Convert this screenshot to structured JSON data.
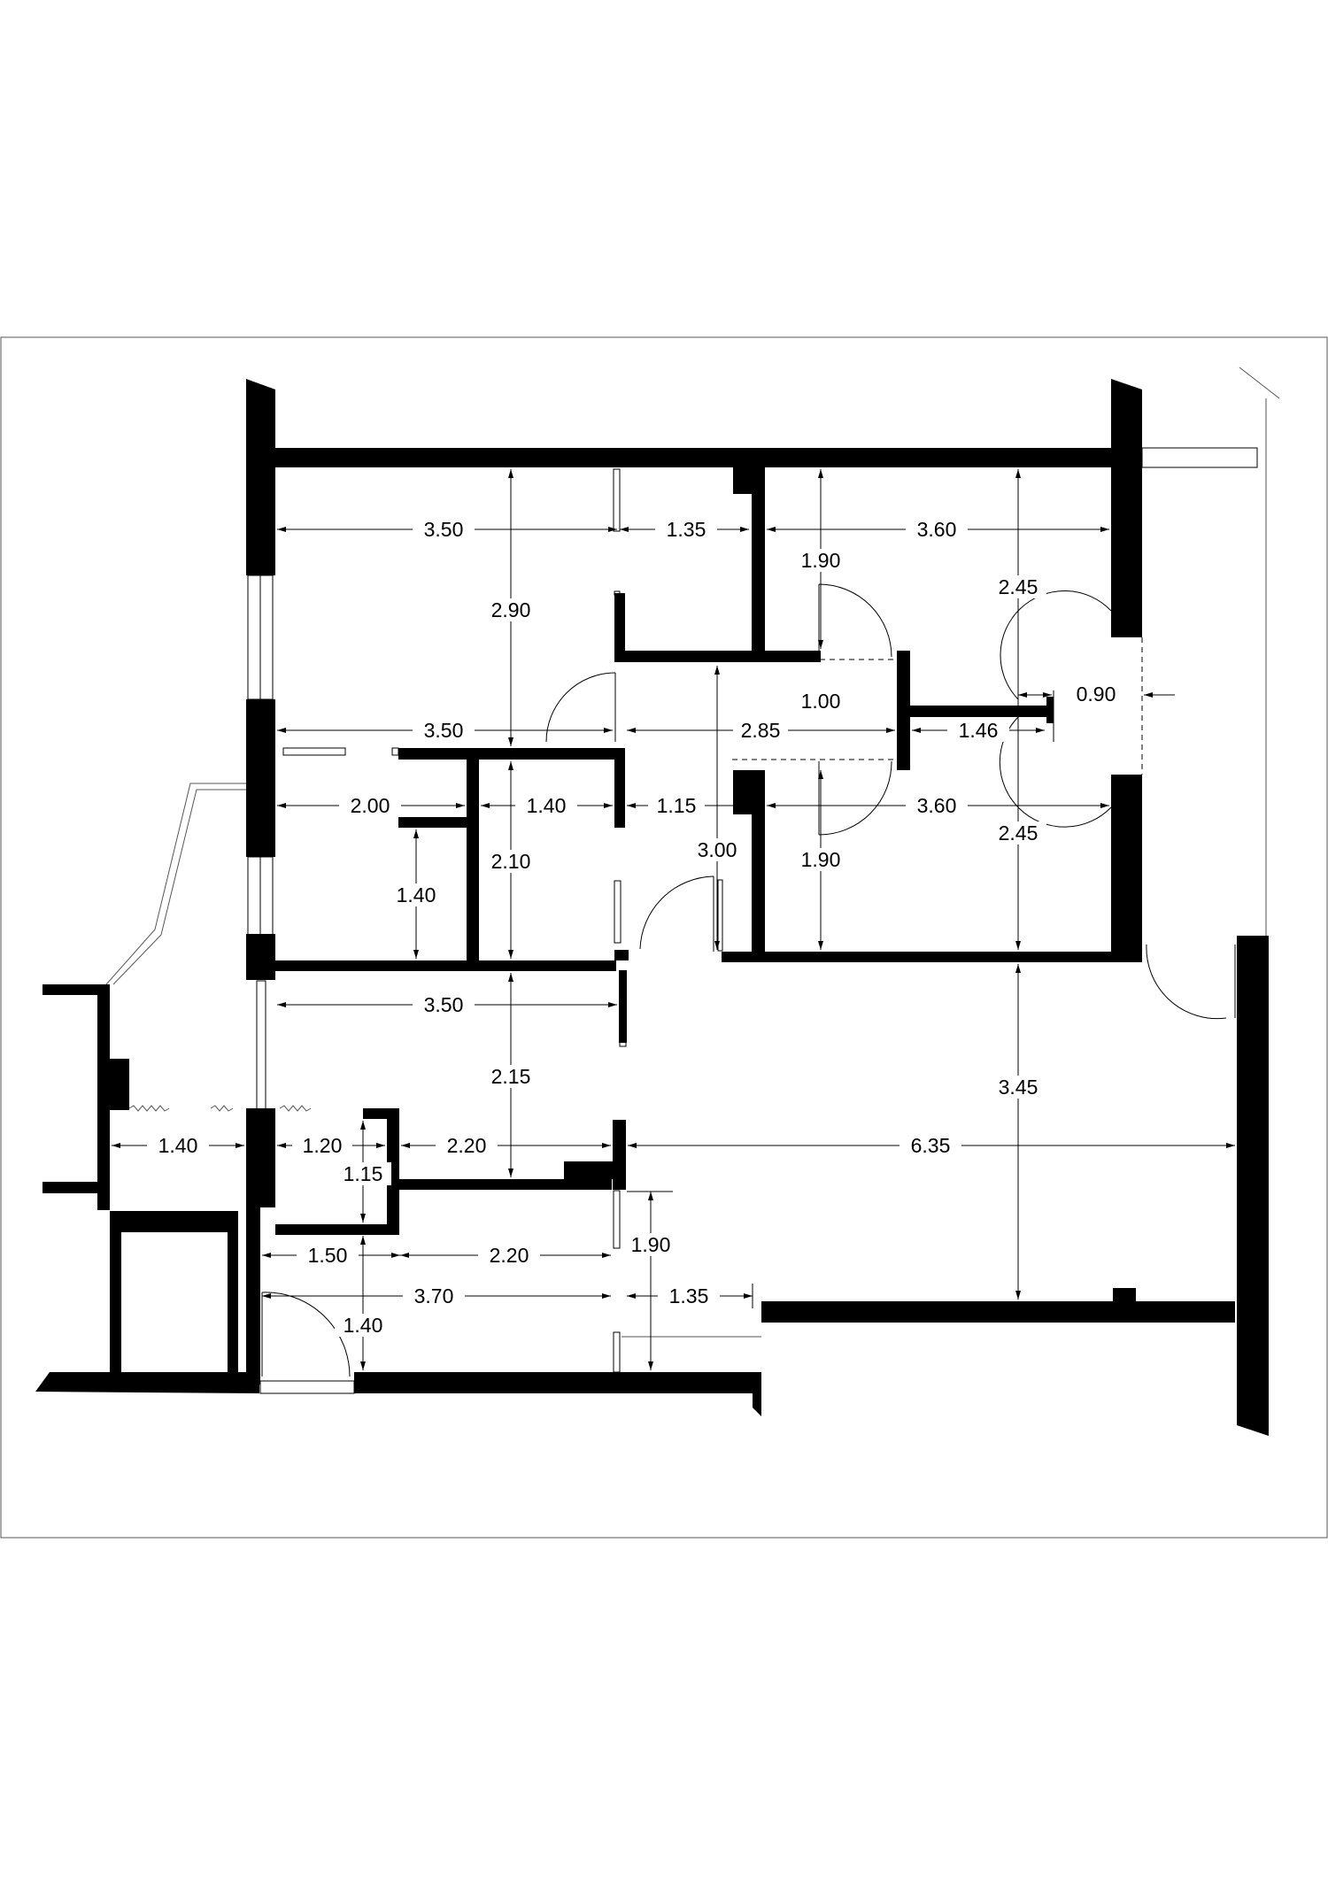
{
  "plan": {
    "dimensions": [
      {
        "id": "top-left-room-width",
        "value": "3.50"
      },
      {
        "id": "top-closet-width",
        "value": "1.35"
      },
      {
        "id": "top-right-room-width",
        "value": "3.60"
      },
      {
        "id": "top-left-room-depth",
        "value": "2.90"
      },
      {
        "id": "top-right-closet-depth",
        "value": "1.90"
      },
      {
        "id": "top-right-room-depth",
        "value": "2.45"
      },
      {
        "id": "hall-door-width",
        "value": "1.00"
      },
      {
        "id": "right-door-width",
        "value": "0.90"
      },
      {
        "id": "mid-left-width",
        "value": "3.50"
      },
      {
        "id": "hall-width",
        "value": "2.85"
      },
      {
        "id": "hall-stub-width",
        "value": "1.46"
      },
      {
        "id": "bath-width",
        "value": "2.00"
      },
      {
        "id": "wc-width",
        "value": "1.40"
      },
      {
        "id": "corridor-width",
        "value": "1.15"
      },
      {
        "id": "bottom-right-room-width",
        "value": "3.60"
      },
      {
        "id": "bottom-right-room-depth",
        "value": "2.45"
      },
      {
        "id": "hall-depth",
        "value": "3.00"
      },
      {
        "id": "bottom-right-closet-depth",
        "value": "1.90"
      },
      {
        "id": "wc-depth",
        "value": "2.10"
      },
      {
        "id": "bath-depth",
        "value": "1.40"
      },
      {
        "id": "lower-left-width",
        "value": "3.50"
      },
      {
        "id": "living-depth",
        "value": "2.15"
      },
      {
        "id": "living-right-depth",
        "value": "3.45"
      },
      {
        "id": "balcony-width",
        "value": "1.40"
      },
      {
        "id": "pantry-width",
        "value": "1.20"
      },
      {
        "id": "pantry-depth",
        "value": "1.15"
      },
      {
        "id": "kitchen-width",
        "value": "2.20"
      },
      {
        "id": "living-width",
        "value": "6.35"
      },
      {
        "id": "entry-closet-depth",
        "value": "1.90"
      },
      {
        "id": "entry-left-width",
        "value": "1.50"
      },
      {
        "id": "entry-mid-width",
        "value": "2.20"
      },
      {
        "id": "entry-total-width",
        "value": "3.70"
      },
      {
        "id": "entry-right-width",
        "value": "1.35"
      },
      {
        "id": "entry-depth",
        "value": "1.40"
      }
    ]
  }
}
